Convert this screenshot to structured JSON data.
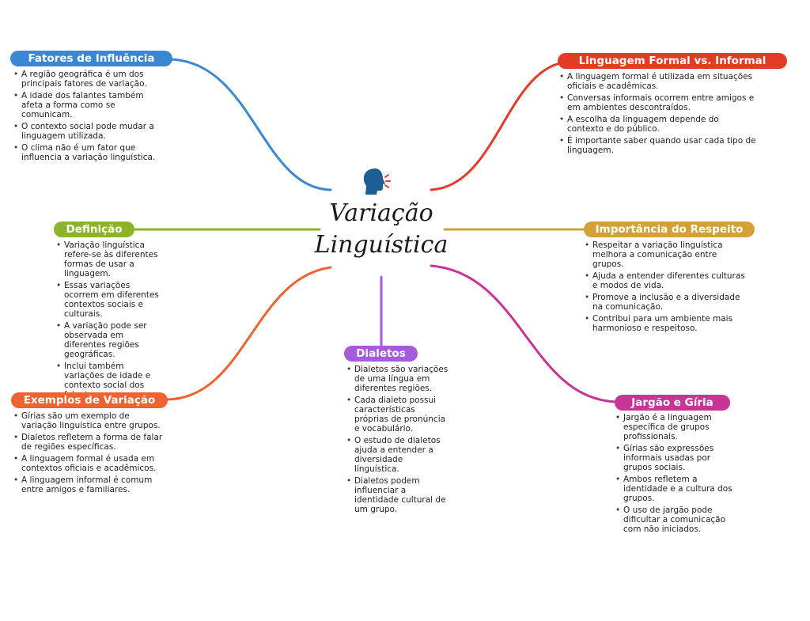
{
  "title_line1": "Variação",
  "title_line2": "Linguística",
  "branches": [
    {
      "id": "fatores",
      "label": "Fatores de Influência",
      "color": "#3A87D3",
      "items": [
        "A região geográfica é um dos principais fatores de variação.",
        "A idade dos falantes também afeta a forma como se comunicam.",
        "O contexto social pode mudar a linguagem utilizada.",
        "O clima não é um fator que influencia a variação linguística."
      ]
    },
    {
      "id": "formal",
      "label": "Linguagem Formal vs. Informal",
      "color": "#E33B26",
      "items": [
        "A linguagem formal é utilizada em situações oficiais e acadêmicas.",
        "Conversas informais ocorrem entre amigos e em ambientes descontraídos.",
        "A escolha da linguagem depende do contexto e do público.",
        "É importante saber quando usar cada tipo de linguagem."
      ]
    },
    {
      "id": "definicao",
      "label": "Definição",
      "color": "#8DB32B",
      "items": [
        "Variação linguística refere-se às diferentes formas de usar a linguagem.",
        "Essas variações ocorrem em diferentes contextos sociais e culturais.",
        "A variação pode ser observada em diferentes regiões geográficas.",
        "Inclui também variações de idade e contexto social dos falantes."
      ]
    },
    {
      "id": "importancia",
      "label": "Importância do Respeito",
      "color": "#D2A238",
      "items": [
        "Respeitar a variação linguística melhora a comunicação entre grupos.",
        "Ajuda a entender diferentes culturas e modos de vida.",
        "Promove a inclusão e a diversidade na comunicação.",
        "Contribui para um ambiente mais harmonioso e respeitoso."
      ]
    },
    {
      "id": "exemplos",
      "label": "Exemplos de Variação",
      "color": "#EE6331",
      "items": [
        "Gírias são um exemplo de variação linguística entre grupos.",
        "Dialetos refletem a forma de falar de regiões específicas.",
        "A linguagem formal é usada em contextos oficiais e acadêmicos.",
        "A linguagem informal é comum entre amigos e familiares."
      ]
    },
    {
      "id": "dialetos",
      "label": "Dialetos",
      "color": "#A55BDB",
      "items": [
        "Dialetos são variações de uma língua em diferentes regiões.",
        "Cada dialeto possui características próprias de pronúncia e vocabulário.",
        "O estudo de dialetos ajuda a entender a diversidade linguística.",
        "Dialetos podem influenciar a identidade cultural de um grupo."
      ]
    },
    {
      "id": "jargao",
      "label": "Jargão e Gíria",
      "color": "#C93594",
      "items": [
        "Jargão é a linguagem específica de grupos profissionais.",
        "Gírias são expressões informais usadas por grupos sociais.",
        "Ambos refletem a identidade e a cultura dos grupos.",
        "O uso de jargão pode dificultar a comunicação com não iniciados."
      ]
    }
  ],
  "icons": {
    "center": "speaking-head-icon"
  }
}
